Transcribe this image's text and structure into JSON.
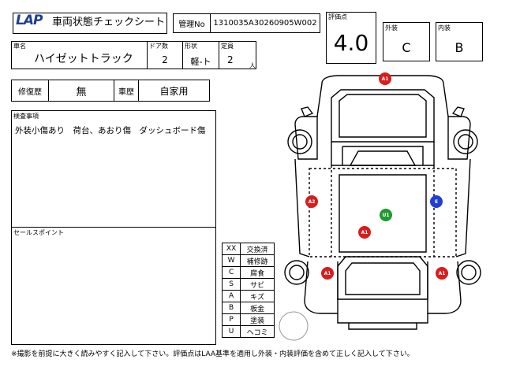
{
  "header": {
    "logo": "LAP",
    "title": "車両状態チェックシート",
    "mgmt_label": "管理No",
    "mgmt_value": "1310035A30260905W002"
  },
  "grades": {
    "score_label": "評価点",
    "score_value": "4.0",
    "exterior_label": "外装",
    "exterior_value": "C",
    "interior_label": "内装",
    "interior_value": "B"
  },
  "vehicle": {
    "name_label": "車名",
    "name_value": "ハイゼットトラック",
    "doors_label": "ドア数",
    "doors_value": "2",
    "shape_label": "形状",
    "shape_value": "軽-ト",
    "capacity_label": "定員",
    "capacity_value": "2",
    "capacity_unit": "人"
  },
  "history": {
    "repair_label": "修復歴",
    "repair_value": "無",
    "usage_label": "車歴",
    "usage_value": "自家用"
  },
  "inspection": {
    "label": "検査事項",
    "text": "外装小傷あり　荷台、あおり傷　ダッシュボード傷"
  },
  "sales": {
    "label": "セールスポイント",
    "text": ""
  },
  "legend": [
    {
      "code": "XX",
      "meaning": "交換済"
    },
    {
      "code": "W",
      "meaning": "補修跡"
    },
    {
      "code": "C",
      "meaning": "腐食"
    },
    {
      "code": "S",
      "meaning": "サビ"
    },
    {
      "code": "A",
      "meaning": "キズ"
    },
    {
      "code": "B",
      "meaning": "板金"
    },
    {
      "code": "P",
      "meaning": "塗装"
    },
    {
      "code": "U",
      "meaning": "ヘコミ"
    }
  ],
  "markers": [
    {
      "code": "A1",
      "color": "#d91c1c"
    },
    {
      "code": "A2",
      "color": "#d91c1c"
    },
    {
      "code": "U1",
      "color": "#1e9a2e"
    },
    {
      "code": "E",
      "color": "#1f3fd1"
    },
    {
      "code": "A1",
      "color": "#d91c1c"
    },
    {
      "code": "A1",
      "color": "#d91c1c"
    },
    {
      "code": "A1",
      "color": "#d91c1c"
    }
  ],
  "footer": "※撮影を前提に大きく読みやすく記入して下さい。評価点はLAA基準を適用し外装・内装評価を含めて正しく記入して下さい。"
}
